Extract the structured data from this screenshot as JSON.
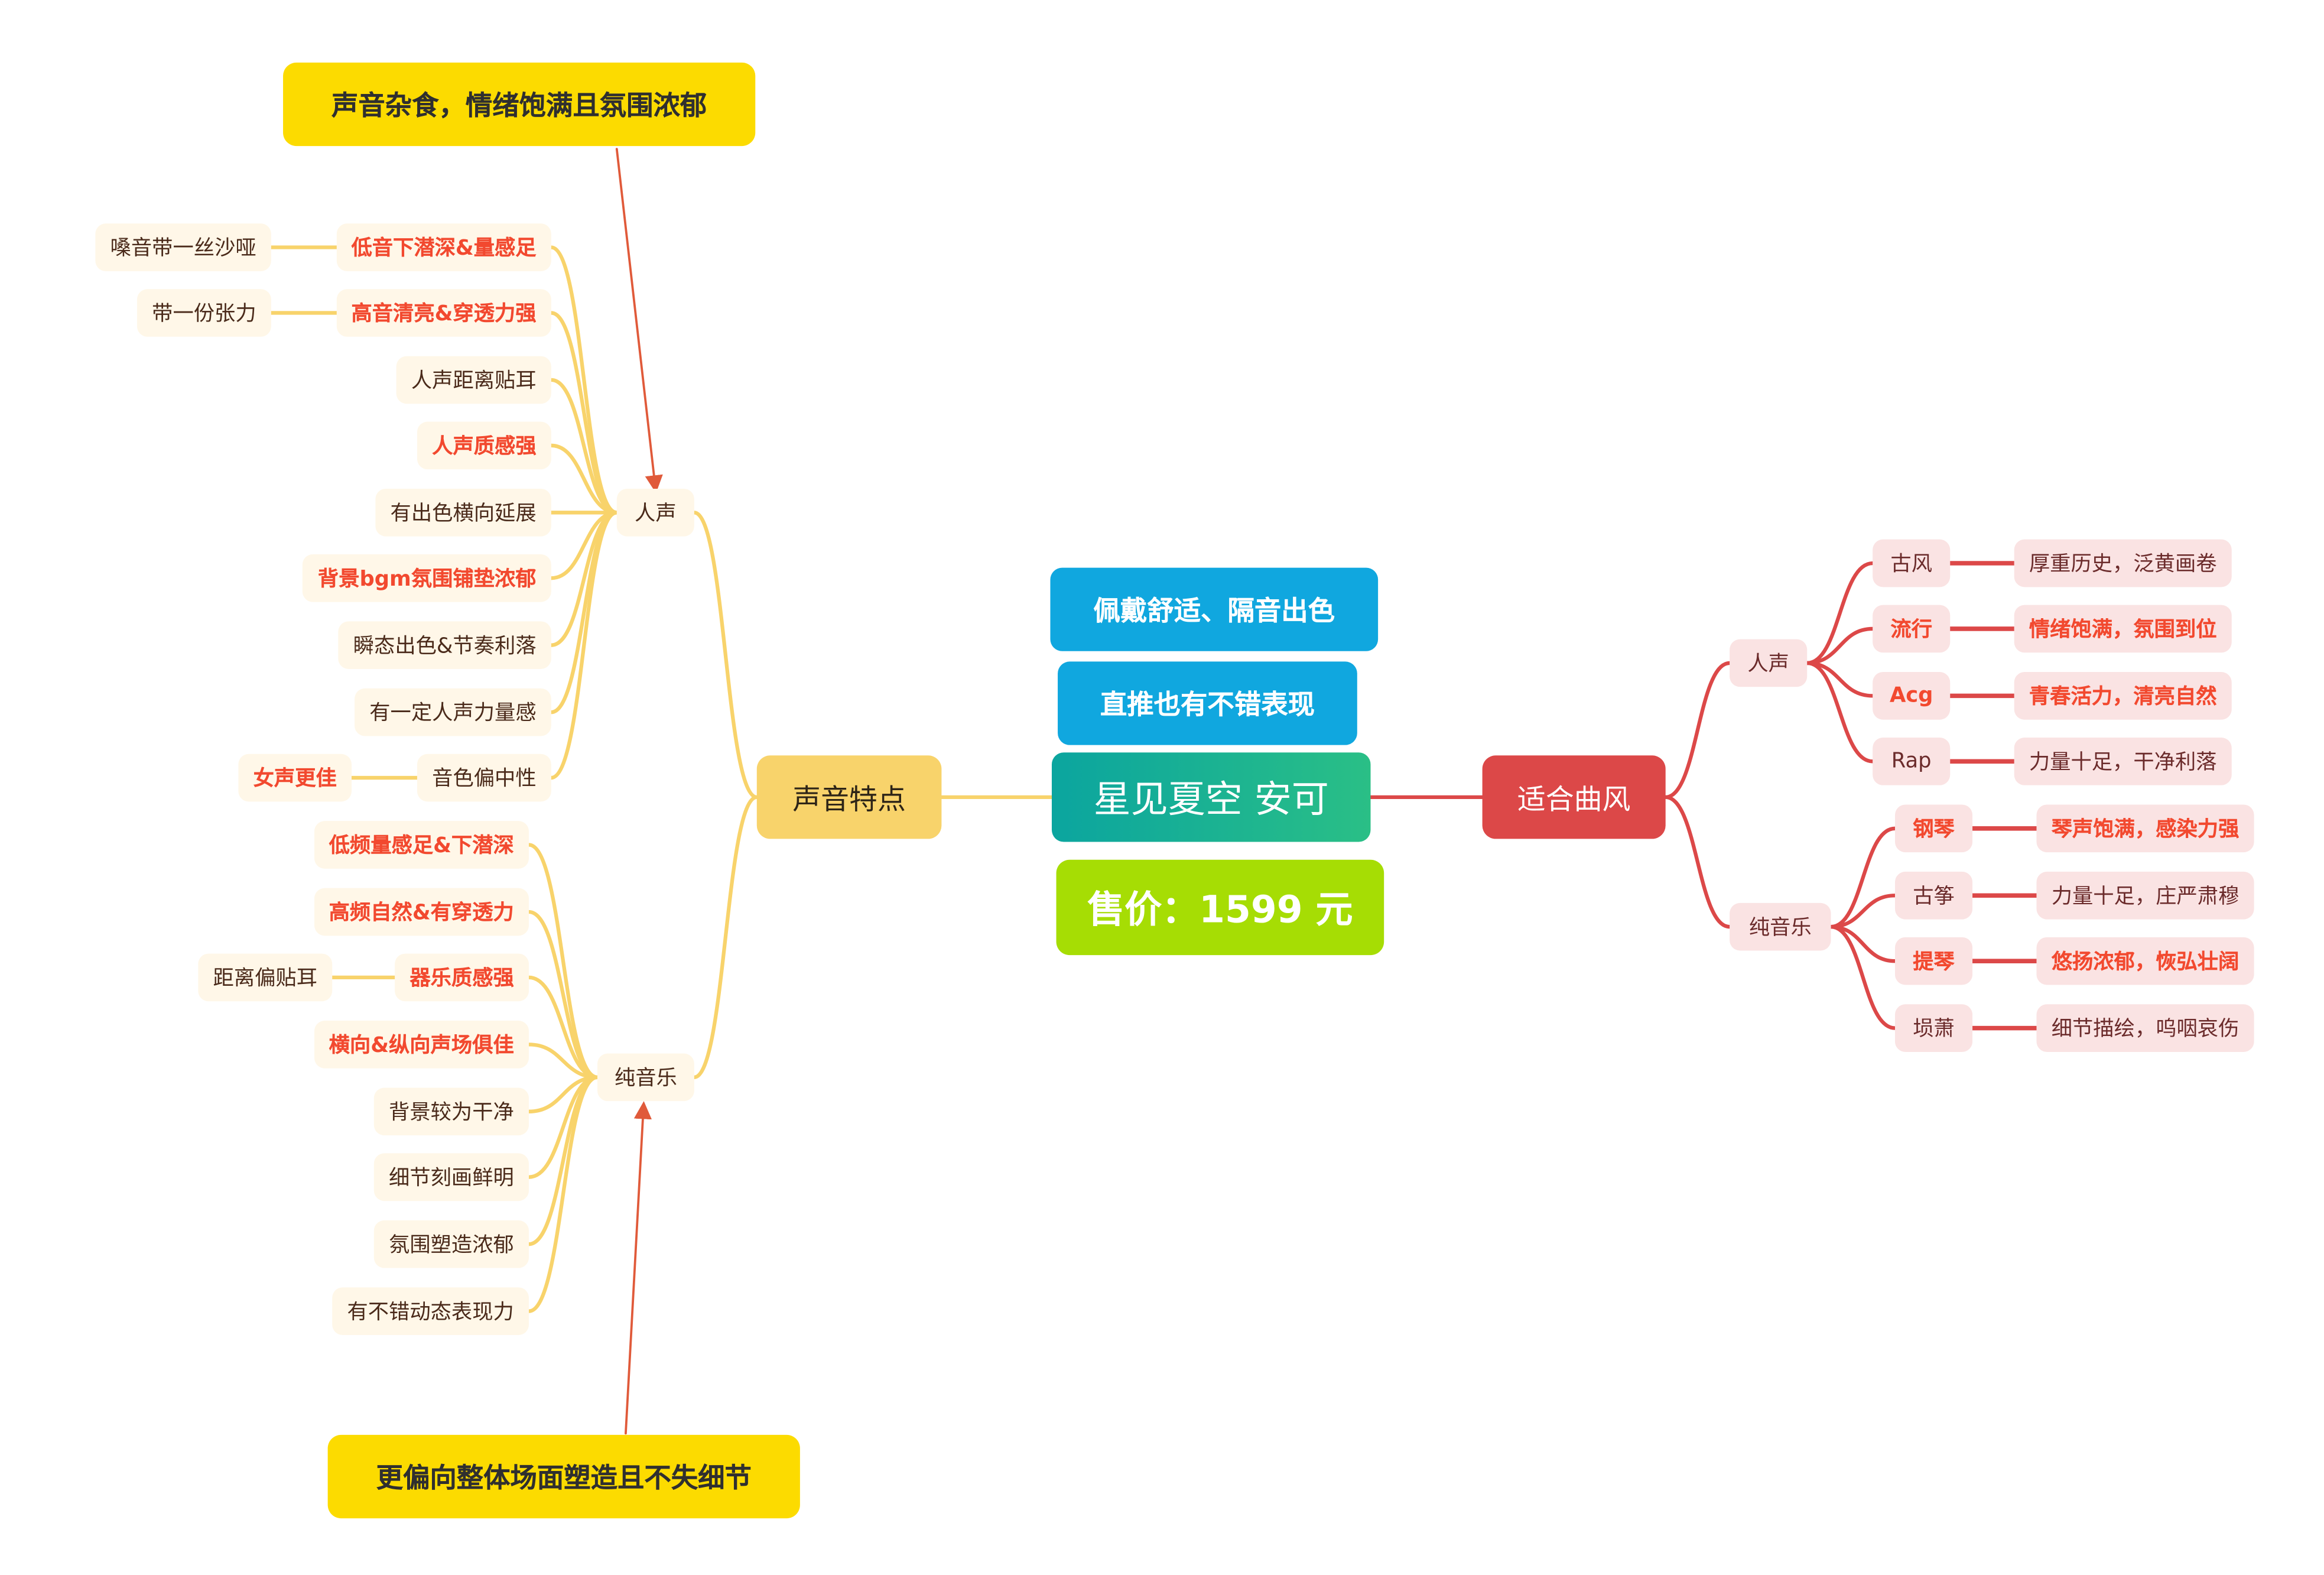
{
  "central_topic": "星见夏空 安可",
  "floating_topics": {
    "comfort": "佩戴舒适、隔音出色",
    "direct_drive": "直推也有不错表现",
    "price": "售价：1599 元"
  },
  "callouts": {
    "vocal_summary": "声音杂食，情绪饱满且氛围浓郁",
    "instrumental_summary": "更偏向整体场面塑造且不失细节"
  },
  "colors": {
    "left_branch": "#f8d36b",
    "right_branch": "#dc4848",
    "callout": "#fcdb00",
    "highlight_text": "#f2492f",
    "arrow": "#e05a3a"
  },
  "left_branch": {
    "label": "声音特点",
    "vocal": {
      "label": "人声",
      "items": [
        {
          "text": "低音下潜深&量感足",
          "highlight": true,
          "detail": "嗓音带一丝沙哑",
          "detail_highlight": false
        },
        {
          "text": "高音清亮&穿透力强",
          "highlight": true,
          "detail": "带一份张力",
          "detail_highlight": false
        },
        {
          "text": "人声距离贴耳",
          "highlight": false
        },
        {
          "text": "人声质感强",
          "highlight": true
        },
        {
          "text": "有出色横向延展",
          "highlight": false
        },
        {
          "text": "背景bgm氛围铺垫浓郁",
          "highlight": true
        },
        {
          "text": "瞬态出色&节奏利落",
          "highlight": false
        },
        {
          "text": "有一定人声力量感",
          "highlight": false
        },
        {
          "text": "音色偏中性",
          "highlight": false,
          "detail": "女声更佳",
          "detail_highlight": true
        }
      ]
    },
    "instrumental": {
      "label": "纯音乐",
      "items": [
        {
          "text": "低频量感足&下潜深",
          "highlight": true
        },
        {
          "text": "高频自然&有穿透力",
          "highlight": true
        },
        {
          "text": "器乐质感强",
          "highlight": true,
          "detail": "距离偏贴耳",
          "detail_highlight": false
        },
        {
          "text": "横向&纵向声场俱佳",
          "highlight": true
        },
        {
          "text": "背景较为干净",
          "highlight": false
        },
        {
          "text": "细节刻画鲜明",
          "highlight": false
        },
        {
          "text": "氛围塑造浓郁",
          "highlight": false
        },
        {
          "text": "有不错动态表现力",
          "highlight": false
        }
      ]
    }
  },
  "right_branch": {
    "label": "适合曲风",
    "vocal": {
      "label": "人声",
      "items": [
        {
          "genre": "古风",
          "desc": "厚重历史，泛黄画卷",
          "highlight": false
        },
        {
          "genre": "流行",
          "desc": "情绪饱满，氛围到位",
          "highlight": true
        },
        {
          "genre": "Acg",
          "desc": "青春活力，清亮自然",
          "highlight": true
        },
        {
          "genre": "Rap",
          "desc": "力量十足，干净利落",
          "highlight": false
        }
      ]
    },
    "instrumental": {
      "label": "纯音乐",
      "items": [
        {
          "genre": "钢琴",
          "desc": "琴声饱满，感染力强",
          "highlight": true
        },
        {
          "genre": "古筝",
          "desc": "力量十足，庄严肃穆",
          "highlight": false
        },
        {
          "genre": "提琴",
          "desc": "悠扬浓郁，恢弘壮阔",
          "highlight": true
        },
        {
          "genre": "埙萧",
          "desc": "细节描绘，呜咽哀伤",
          "highlight": false
        }
      ]
    }
  }
}
